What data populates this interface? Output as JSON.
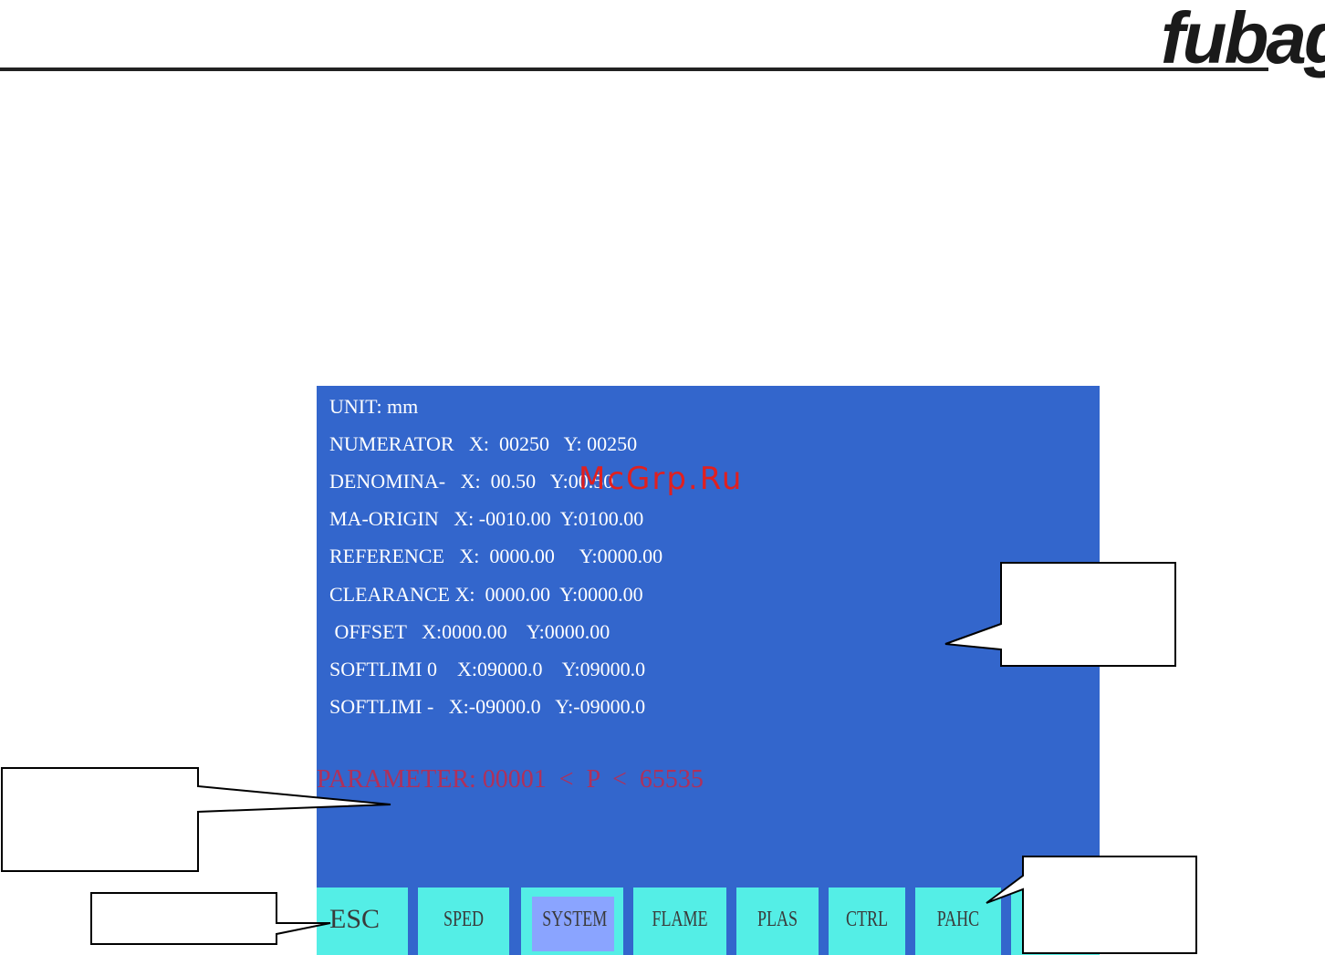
{
  "brand": {
    "logo": "fubag"
  },
  "screen": {
    "lines": [
      "UNIT: mm",
      "NUMERATOR   X:  00250   Y: 00250",
      "DENOMINA-   X:  00.50   Y:00.50",
      "MA-ORIGIN   X: -0010.00  Y:0100.00",
      "REFERENCE   X:  0000.00     Y:0000.00",
      "CLEARANCE X:  0000.00  Y:0000.00",
      " OFFSET   X:0000.00    Y:0000.00",
      "SOFTLIMI 0    X:09000.0    Y:09000.0",
      "SOFTLIMI -   X:-09000.0   Y:-09000.0"
    ],
    "parameter_prompt": "PARAMETER: 00001  <  P  <  65535",
    "watermark": "McGrp.Ru"
  },
  "softkeys": [
    {
      "label": "ESC"
    },
    {
      "label": "SPED"
    },
    {
      "label": "SYSTEM",
      "active": true
    },
    {
      "label": "FLAME"
    },
    {
      "label": "PLAS"
    },
    {
      "label": "CTRL"
    },
    {
      "label": "PAHC"
    }
  ],
  "colors": {
    "screen_bg": "#3366cc",
    "softkey_bg": "#54eee6",
    "softkey_active": "#8aa4ff",
    "param_text": "#b0305a",
    "watermark": "#e02020"
  }
}
